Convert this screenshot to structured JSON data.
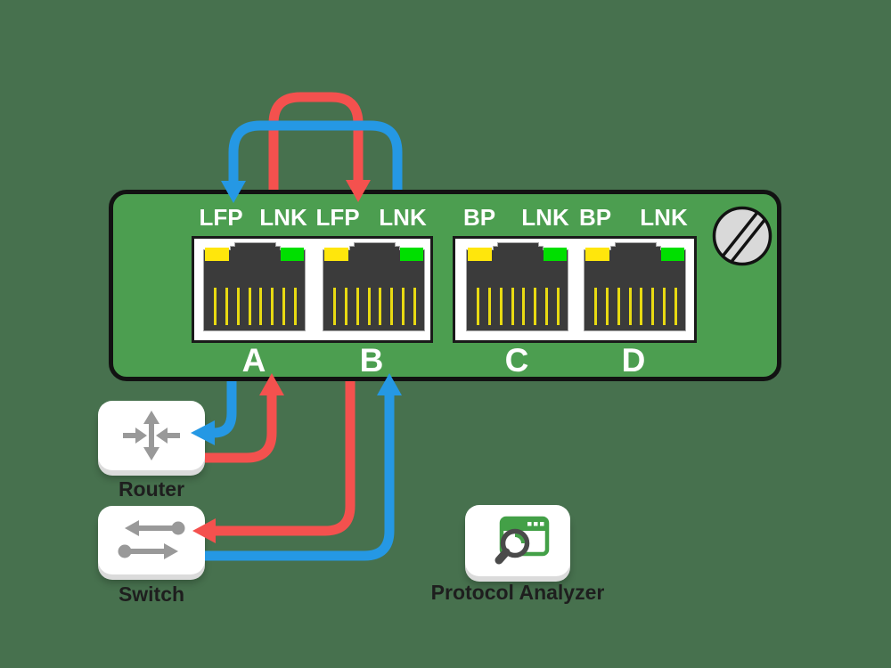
{
  "device": {
    "led_labels": [
      "LFP",
      "LNK",
      "LFP",
      "LNK",
      "BP",
      "LNK",
      "BP",
      "LNK"
    ],
    "port_letters": [
      "A",
      "B",
      "C",
      "D"
    ]
  },
  "nodes": {
    "router": {
      "label": "Router"
    },
    "switch": {
      "label": "Switch"
    },
    "analyzer": {
      "label": "Protocol Analyzer"
    }
  },
  "colors": {
    "background": "#47714E",
    "panel_green": "#4C9E50",
    "arrow_red": "#F4514E",
    "arrow_blue": "#2598E4",
    "led_yellow": "#FFE60C",
    "led_green": "#00DF00",
    "pin_yellow": "#E8DA12",
    "port_dark": "#3B3B3B",
    "icon_gray": "#999999",
    "analyzer_green": "#43A047",
    "screw_gray": "#D9D9D9"
  },
  "connections": [
    {
      "id": "red-top-loop",
      "color": "red",
      "from": "port-A",
      "to": "port-B-LFP"
    },
    {
      "id": "blue-top-loop",
      "color": "blue",
      "from": "port-B",
      "to": "port-A-LFP"
    },
    {
      "id": "blue-a-to-router",
      "color": "blue",
      "from": "port-A",
      "to": "router"
    },
    {
      "id": "red-router-to-a",
      "color": "red",
      "from": "router",
      "to": "port-A"
    },
    {
      "id": "red-b-to-switch",
      "color": "red",
      "from": "port-B",
      "to": "switch"
    },
    {
      "id": "blue-switch-to-b",
      "color": "blue",
      "from": "switch",
      "to": "port-B"
    }
  ]
}
